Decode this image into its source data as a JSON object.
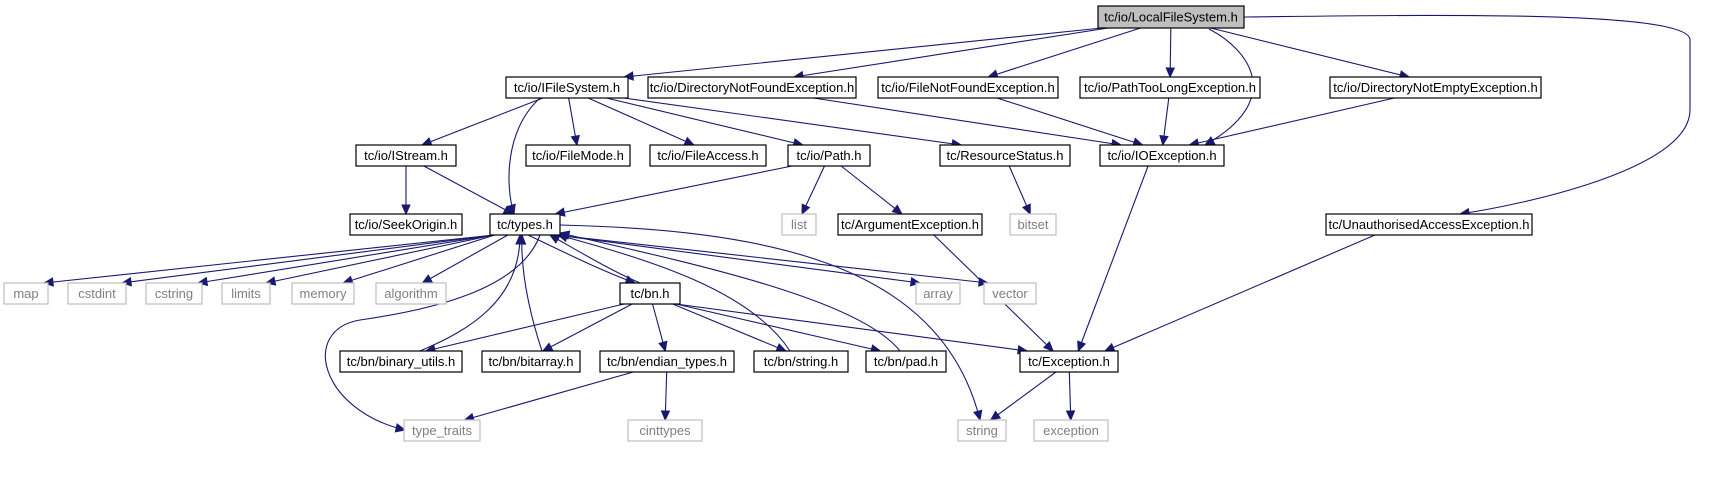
{
  "colors": {
    "edge": "#191970",
    "node_border": "#000000",
    "node_text": "#000000",
    "external_border": "#bfbfbf",
    "external_text": "#808080",
    "root_fill": "#bfbfbf",
    "node_fill": "#ffffff"
  },
  "nodes": [
    {
      "id": "root",
      "label": "tc/io/LocalFileSystem.h",
      "kind": "root"
    },
    {
      "id": "ifs",
      "label": "tc/io/IFileSystem.h",
      "kind": "header"
    },
    {
      "id": "dnfe",
      "label": "tc/io/DirectoryNotFoundException.h",
      "kind": "header"
    },
    {
      "id": "fnfe",
      "label": "tc/io/FileNotFoundException.h",
      "kind": "header"
    },
    {
      "id": "ptle",
      "label": "tc/io/PathTooLongException.h",
      "kind": "header"
    },
    {
      "id": "dnee",
      "label": "tc/io/DirectoryNotEmptyException.h",
      "kind": "header"
    },
    {
      "id": "istream",
      "label": "tc/io/IStream.h",
      "kind": "header"
    },
    {
      "id": "fmode",
      "label": "tc/io/FileMode.h",
      "kind": "header"
    },
    {
      "id": "faccess",
      "label": "tc/io/FileAccess.h",
      "kind": "header"
    },
    {
      "id": "path",
      "label": "tc/io/Path.h",
      "kind": "header"
    },
    {
      "id": "rstatus",
      "label": "tc/ResourceStatus.h",
      "kind": "header"
    },
    {
      "id": "ioex",
      "label": "tc/io/IOException.h",
      "kind": "header"
    },
    {
      "id": "seek",
      "label": "tc/io/SeekOrigin.h",
      "kind": "header"
    },
    {
      "id": "types",
      "label": "tc/types.h",
      "kind": "header"
    },
    {
      "id": "list",
      "label": "list",
      "kind": "external"
    },
    {
      "id": "argex",
      "label": "tc/ArgumentException.h",
      "kind": "header"
    },
    {
      "id": "bitset",
      "label": "bitset",
      "kind": "external"
    },
    {
      "id": "uae",
      "label": "tc/UnauthorisedAccessException.h",
      "kind": "header"
    },
    {
      "id": "map",
      "label": "map",
      "kind": "external"
    },
    {
      "id": "cstdint",
      "label": "cstdint",
      "kind": "external"
    },
    {
      "id": "cstring",
      "label": "cstring",
      "kind": "external"
    },
    {
      "id": "limits",
      "label": "limits",
      "kind": "external"
    },
    {
      "id": "memory",
      "label": "memory",
      "kind": "external"
    },
    {
      "id": "algorithm",
      "label": "algorithm",
      "kind": "external"
    },
    {
      "id": "bn",
      "label": "tc/bn.h",
      "kind": "header"
    },
    {
      "id": "array",
      "label": "array",
      "kind": "external"
    },
    {
      "id": "vector",
      "label": "vector",
      "kind": "external"
    },
    {
      "id": "binutils",
      "label": "tc/bn/binary_utils.h",
      "kind": "header"
    },
    {
      "id": "bitarray",
      "label": "tc/bn/bitarray.h",
      "kind": "header"
    },
    {
      "id": "endian",
      "label": "tc/bn/endian_types.h",
      "kind": "header"
    },
    {
      "id": "bnstring",
      "label": "tc/bn/string.h",
      "kind": "header"
    },
    {
      "id": "bnpad",
      "label": "tc/bn/pad.h",
      "kind": "header"
    },
    {
      "id": "exception_h",
      "label": "tc/Exception.h",
      "kind": "header"
    },
    {
      "id": "type_traits",
      "label": "type_traits",
      "kind": "external"
    },
    {
      "id": "cinttypes",
      "label": "cinttypes",
      "kind": "external"
    },
    {
      "id": "string",
      "label": "string",
      "kind": "external"
    },
    {
      "id": "exception",
      "label": "exception",
      "kind": "external"
    }
  ],
  "edges": [
    {
      "from": "root",
      "to": "ifs"
    },
    {
      "from": "root",
      "to": "dnfe"
    },
    {
      "from": "root",
      "to": "fnfe"
    },
    {
      "from": "root",
      "to": "ptle"
    },
    {
      "from": "root",
      "to": "dnee"
    },
    {
      "from": "root",
      "to": "ioex"
    },
    {
      "from": "root",
      "to": "uae"
    },
    {
      "from": "ifs",
      "to": "istream"
    },
    {
      "from": "ifs",
      "to": "types"
    },
    {
      "from": "ifs",
      "to": "fmode"
    },
    {
      "from": "ifs",
      "to": "faccess"
    },
    {
      "from": "ifs",
      "to": "path"
    },
    {
      "from": "ifs",
      "to": "rstatus"
    },
    {
      "from": "dnfe",
      "to": "ioex"
    },
    {
      "from": "fnfe",
      "to": "ioex"
    },
    {
      "from": "ptle",
      "to": "ioex"
    },
    {
      "from": "dnee",
      "to": "ioex"
    },
    {
      "from": "istream",
      "to": "seek"
    },
    {
      "from": "istream",
      "to": "types"
    },
    {
      "from": "path",
      "to": "types"
    },
    {
      "from": "path",
      "to": "list"
    },
    {
      "from": "path",
      "to": "argex"
    },
    {
      "from": "rstatus",
      "to": "bitset"
    },
    {
      "from": "ioex",
      "to": "exception_h"
    },
    {
      "from": "argex",
      "to": "exception_h"
    },
    {
      "from": "uae",
      "to": "exception_h"
    },
    {
      "from": "types",
      "to": "map"
    },
    {
      "from": "types",
      "to": "cstdint"
    },
    {
      "from": "types",
      "to": "cstring"
    },
    {
      "from": "types",
      "to": "limits"
    },
    {
      "from": "types",
      "to": "memory"
    },
    {
      "from": "types",
      "to": "algorithm"
    },
    {
      "from": "types",
      "to": "type_traits"
    },
    {
      "from": "types",
      "to": "bn"
    },
    {
      "from": "types",
      "to": "array"
    },
    {
      "from": "types",
      "to": "vector"
    },
    {
      "from": "types",
      "to": "string"
    },
    {
      "from": "bn",
      "to": "types"
    },
    {
      "from": "bn",
      "to": "binutils"
    },
    {
      "from": "bn",
      "to": "bitarray"
    },
    {
      "from": "bn",
      "to": "endian"
    },
    {
      "from": "bn",
      "to": "bnstring"
    },
    {
      "from": "bn",
      "to": "bnpad"
    },
    {
      "from": "bn",
      "to": "exception_h"
    },
    {
      "from": "binutils",
      "to": "types"
    },
    {
      "from": "bitarray",
      "to": "types"
    },
    {
      "from": "bnstring",
      "to": "types"
    },
    {
      "from": "bnpad",
      "to": "types"
    },
    {
      "from": "endian",
      "to": "type_traits"
    },
    {
      "from": "endian",
      "to": "cinttypes"
    },
    {
      "from": "exception_h",
      "to": "string"
    },
    {
      "from": "exception_h",
      "to": "exception"
    }
  ]
}
